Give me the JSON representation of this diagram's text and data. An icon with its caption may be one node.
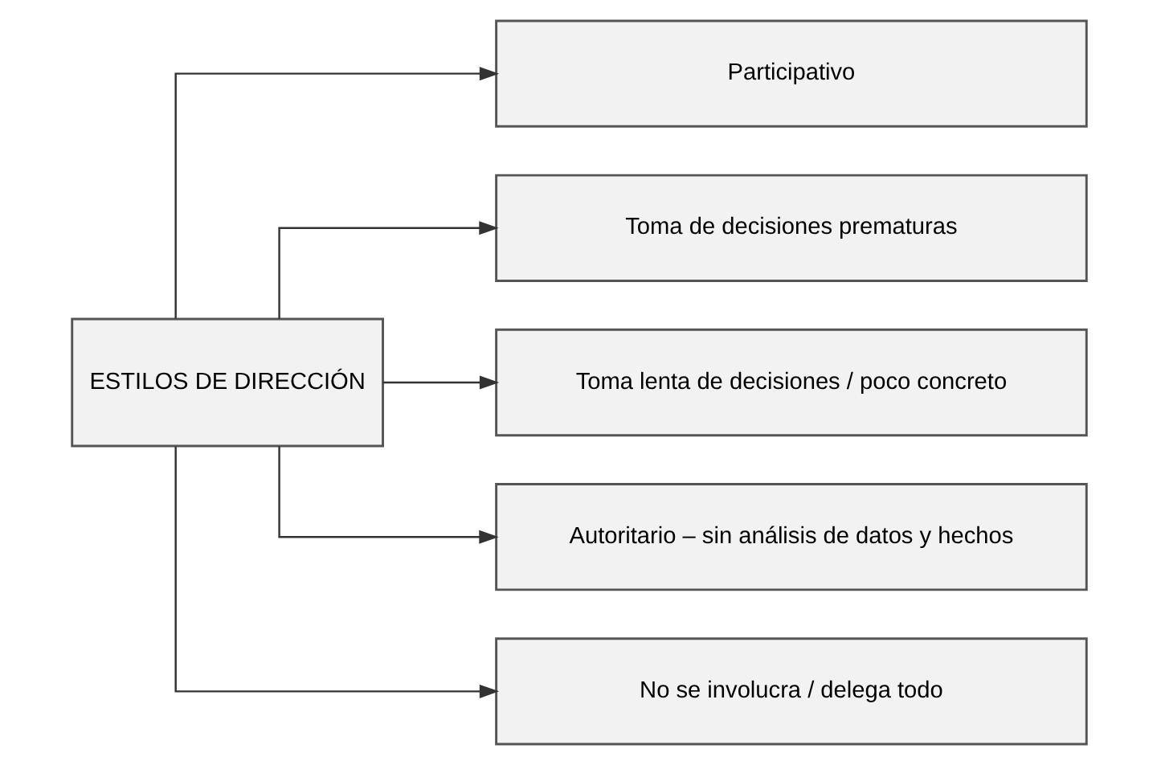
{
  "diagram": {
    "nodes": [
      {
        "text": [
          "ESTILOS DE DIRECCIÓN"
        ]
      },
      {
        "text": [
          "Participativo"
        ]
      },
      {
        "text": [
          "Toma de decisiones prematuras"
        ]
      },
      {
        "text": [
          "Toma lenta de decisiones / poco concreto"
        ]
      },
      {
        "text": [
          "Autoritario – sin análisis de datos y hechos"
        ]
      },
      {
        "text": [
          "No se involucra / delega todo"
        ]
      }
    ],
    "edges": [
      {
        "from": 0,
        "to": 1,
        "arrow": "to"
      },
      {
        "from": 0,
        "to": 2,
        "arrow": "to"
      },
      {
        "from": 0,
        "to": 3,
        "arrow": "to"
      },
      {
        "from": 0,
        "to": 4,
        "arrow": "to"
      },
      {
        "from": 0,
        "to": 5,
        "arrow": "to"
      }
    ]
  }
}
